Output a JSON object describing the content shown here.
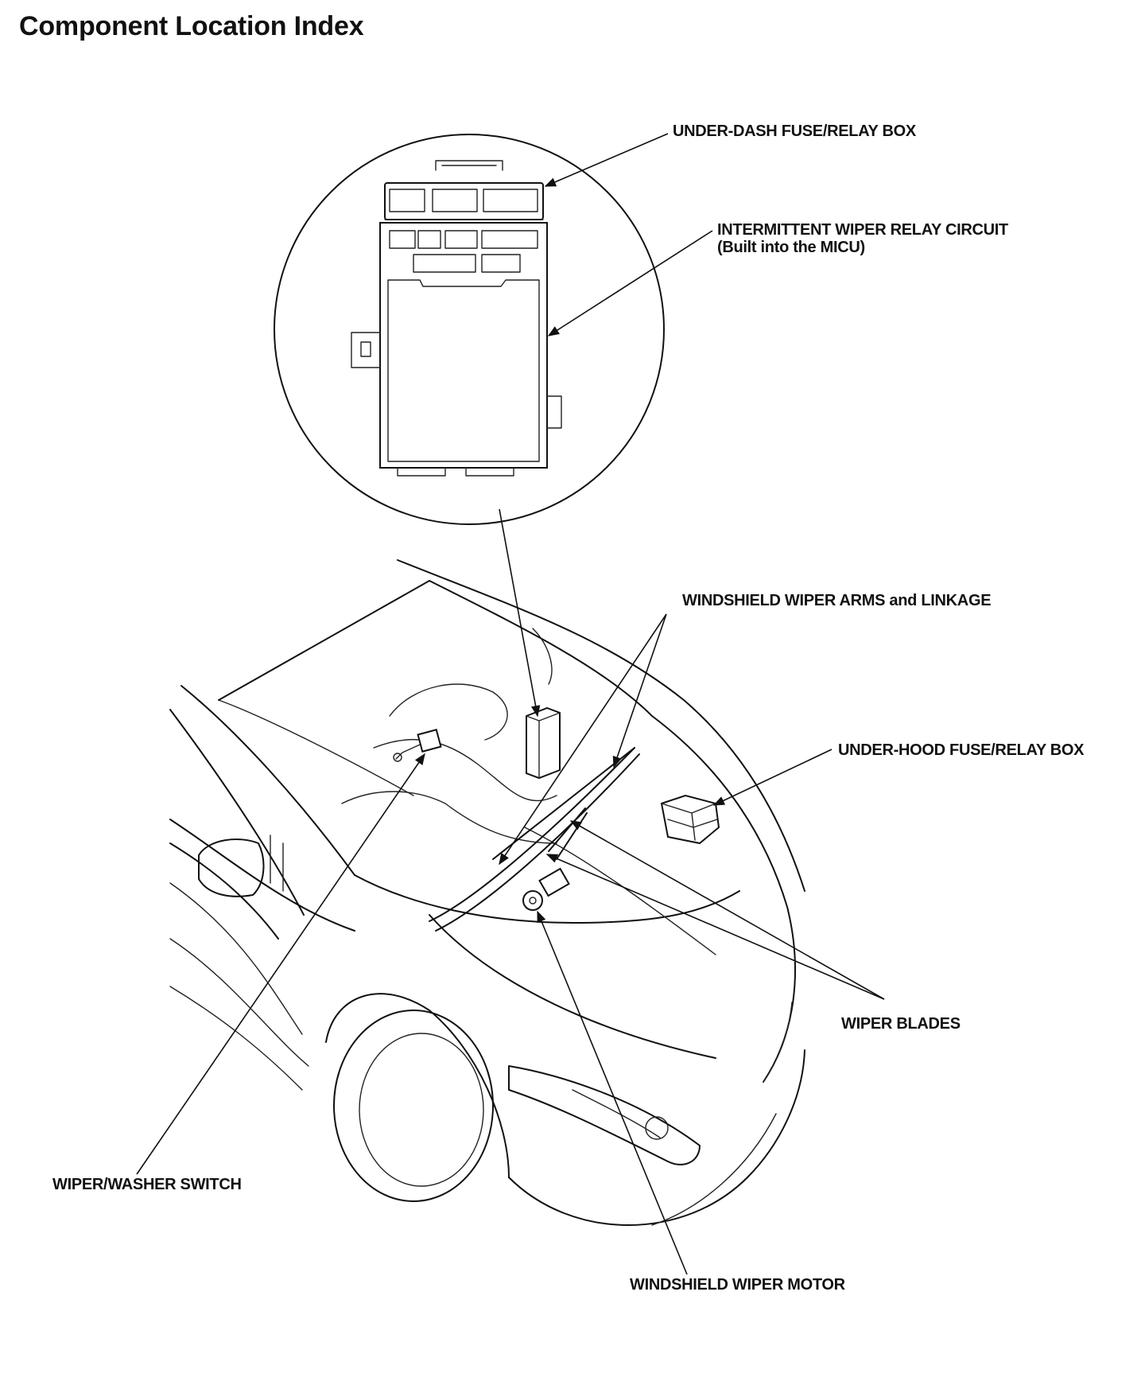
{
  "page": {
    "title": "Component Location Index"
  },
  "labels": {
    "under_dash_fuse_relay_box": "UNDER-DASH FUSE/RELAY BOX",
    "intermittent_wiper_relay_circuit": "INTERMITTENT WIPER RELAY CIRCUIT",
    "intermittent_wiper_relay_circuit_note": "(Built into the MICU)",
    "windshield_wiper_arms_and_linkage": "WINDSHIELD WIPER ARMS and LINKAGE",
    "under_hood_fuse_relay_box": "UNDER-HOOD FUSE/RELAY BOX",
    "wiper_blades": "WIPER BLADES",
    "wiper_washer_switch": "WIPER/WASHER SWITCH",
    "windshield_wiper_motor": "WINDSHIELD WIPER MOTOR"
  },
  "colors": {
    "ink": "#111111",
    "paper": "#ffffff"
  }
}
